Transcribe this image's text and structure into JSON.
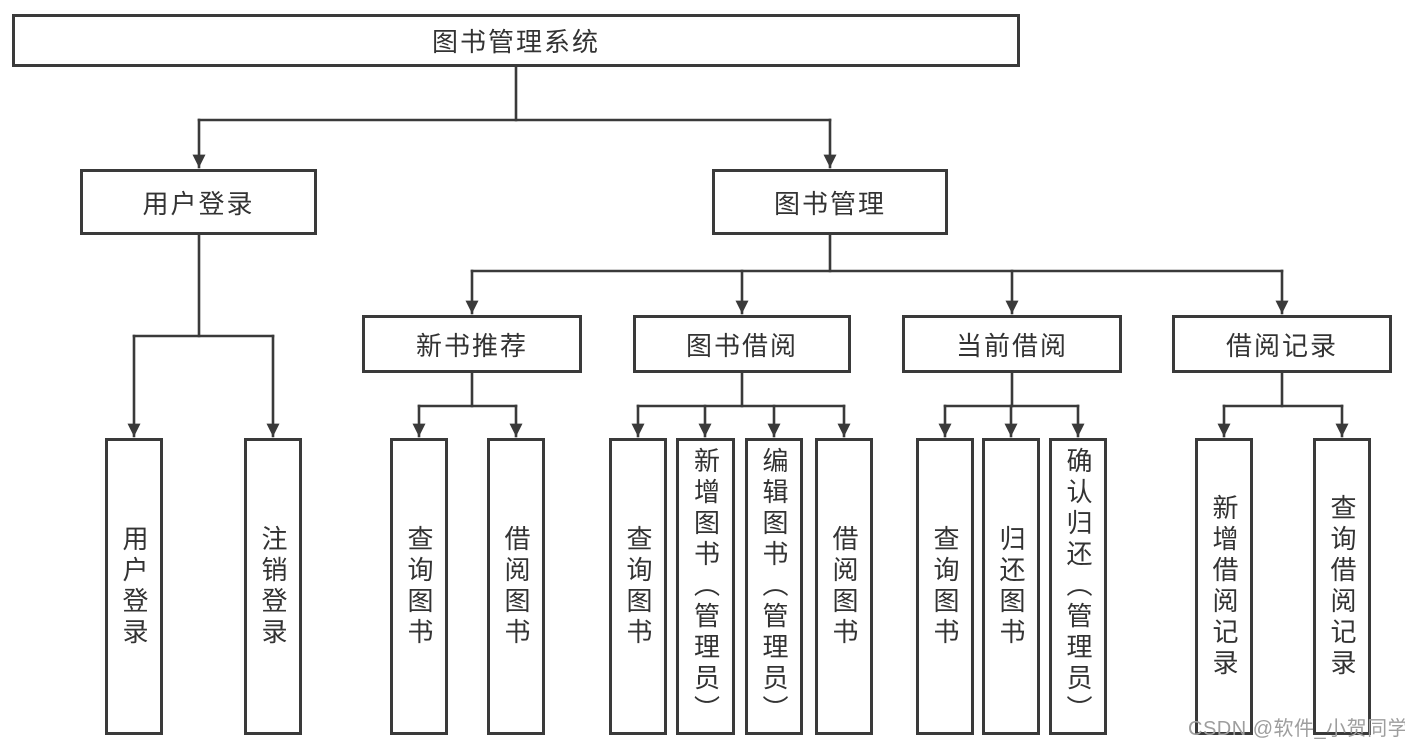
{
  "colors": {
    "line": "#3a3a3a",
    "border": "#3a3a3a",
    "text": "#333333",
    "watermark": "#9e9e9e",
    "background": "#ffffff"
  },
  "tree": {
    "root": {
      "label": "图书管理系统",
      "children": [
        {
          "label": "用户登录",
          "children": [
            {
              "label": "用户登录"
            },
            {
              "label": "注销登录"
            }
          ]
        },
        {
          "label": "图书管理",
          "children": [
            {
              "label": "新书推荐",
              "children": [
                {
                  "label": "查询图书"
                },
                {
                  "label": "借阅图书"
                }
              ]
            },
            {
              "label": "图书借阅",
              "children": [
                {
                  "label": "查询图书"
                },
                {
                  "label": "新增图书（管理员）"
                },
                {
                  "label": "编辑图书（管理员）"
                },
                {
                  "label": "借阅图书"
                }
              ]
            },
            {
              "label": "当前借阅",
              "children": [
                {
                  "label": "查询图书"
                },
                {
                  "label": "归还图书"
                },
                {
                  "label": "确认归还（管理员）"
                }
              ]
            },
            {
              "label": "借阅记录",
              "children": [
                {
                  "label": "新增借阅记录"
                },
                {
                  "label": "查询借阅记录"
                }
              ]
            }
          ]
        }
      ]
    }
  },
  "watermark": {
    "text": "CSDN @软件_小贺同学"
  }
}
